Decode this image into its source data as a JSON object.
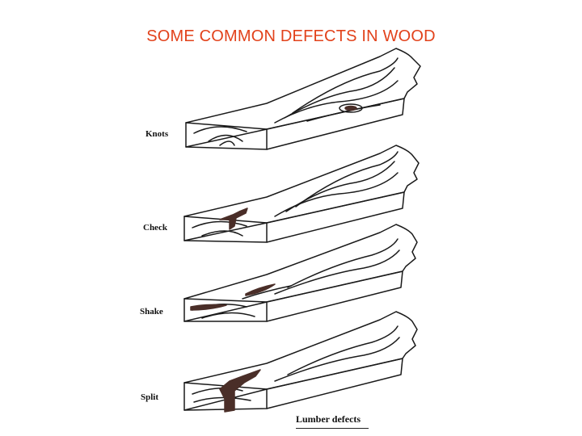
{
  "title": "SOME COMMON DEFECTS IN WOOD",
  "title_color": "#e2421b",
  "defect_color": "#4a2e28",
  "labels": {
    "knots": "Knots",
    "check": "Check",
    "shake": "Shake",
    "split": "Split"
  },
  "caption": "Lumber defects"
}
